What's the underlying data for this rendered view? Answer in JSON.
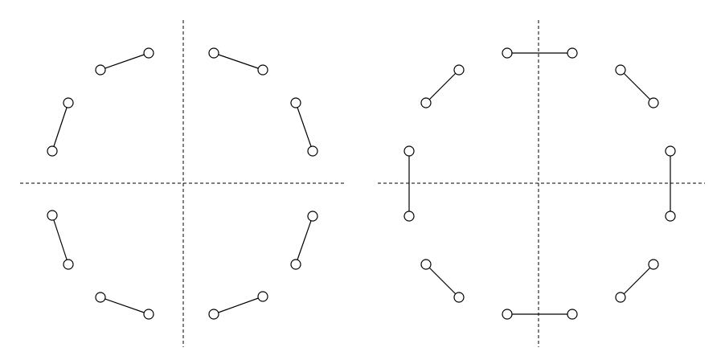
{
  "colors": {
    "line": "#000000",
    "node_fill": "#ffffff",
    "background": "#ffffff"
  },
  "panels": [
    {
      "id": "left",
      "description_of_symmetry": "mirror",
      "pairs": [
        {
          "id": "upper-left-top"
        },
        {
          "id": "upper-left-side"
        },
        {
          "id": "upper-right-top"
        },
        {
          "id": "upper-right-side"
        },
        {
          "id": "lower-left-side"
        },
        {
          "id": "lower-left-bottom"
        },
        {
          "id": "lower-right-bottom"
        },
        {
          "id": "lower-right-side"
        }
      ]
    },
    {
      "id": "right",
      "description_of_symmetry": "mirror",
      "pairs": [
        {
          "id": "top"
        },
        {
          "id": "upper-left"
        },
        {
          "id": "upper-right"
        },
        {
          "id": "left"
        },
        {
          "id": "right"
        },
        {
          "id": "lower-left"
        },
        {
          "id": "lower-right"
        },
        {
          "id": "bottom"
        }
      ]
    }
  ]
}
